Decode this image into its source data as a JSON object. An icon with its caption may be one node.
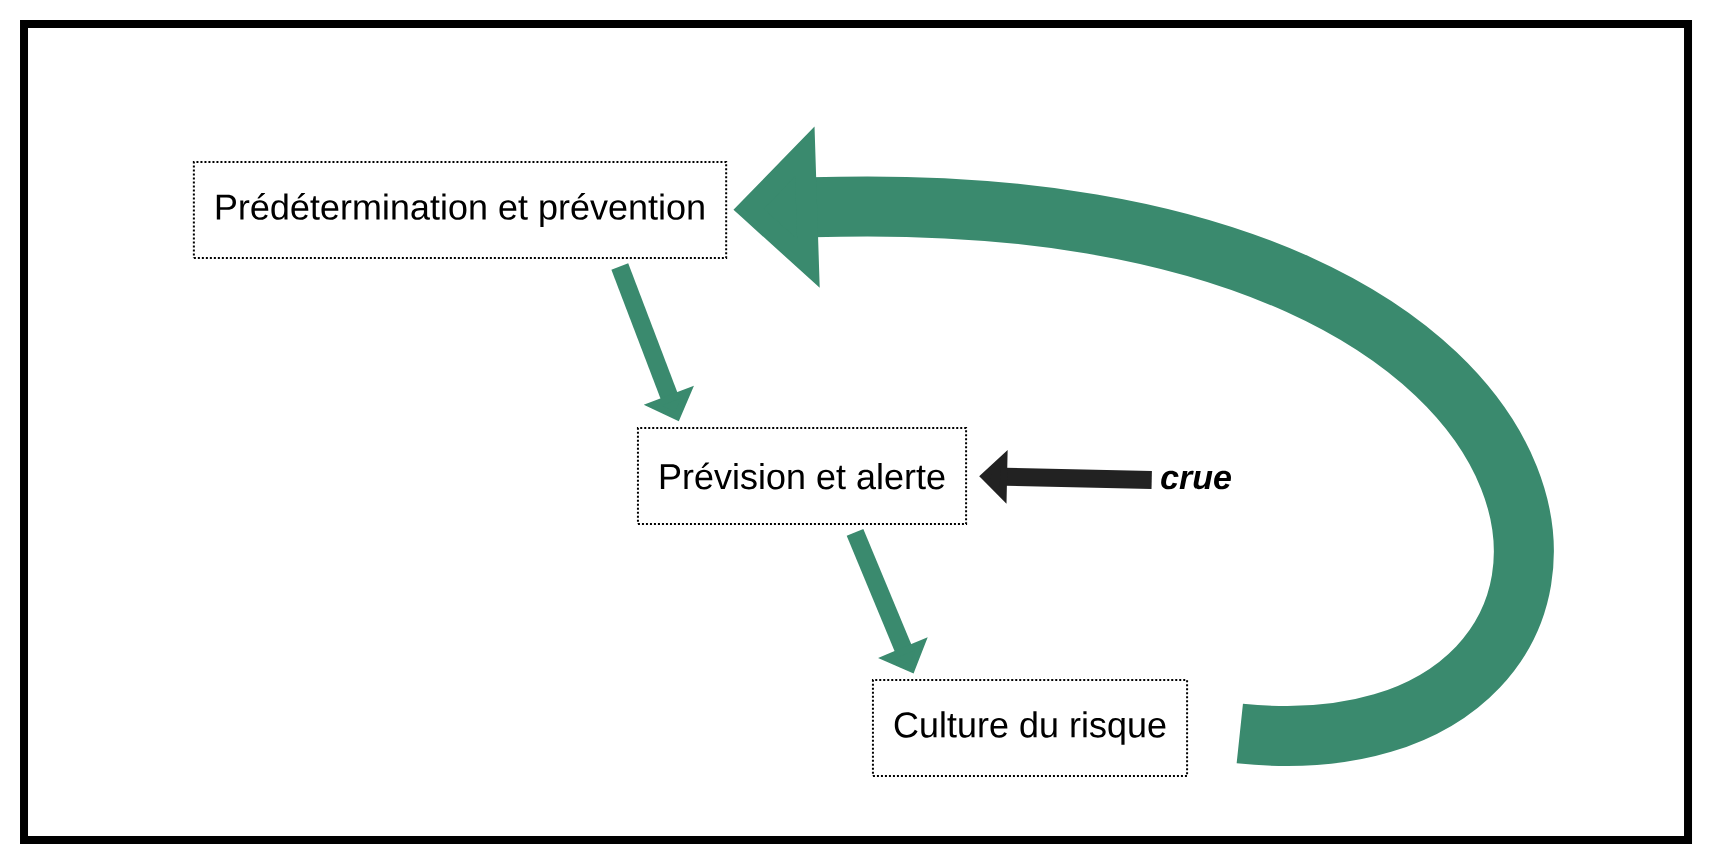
{
  "diagram": {
    "nodes": [
      {
        "text": [
          "Prédétermination et prévention"
        ]
      },
      {
        "text": [
          "Prévision et alerte"
        ]
      },
      {
        "text": [
          "Culture du risque"
        ]
      },
      {
        "text": [
          "crue"
        ]
      }
    ],
    "edges": [
      {
        "from": 0,
        "to": 1,
        "arrow": "to"
      },
      {
        "from": 1,
        "to": 2,
        "arrow": "to"
      },
      {
        "from": 3,
        "to": 1,
        "arrow": "to",
        "color": "#222222"
      },
      {
        "from": 2,
        "to": 0,
        "arrow": "to",
        "style": "thick"
      }
    ]
  }
}
